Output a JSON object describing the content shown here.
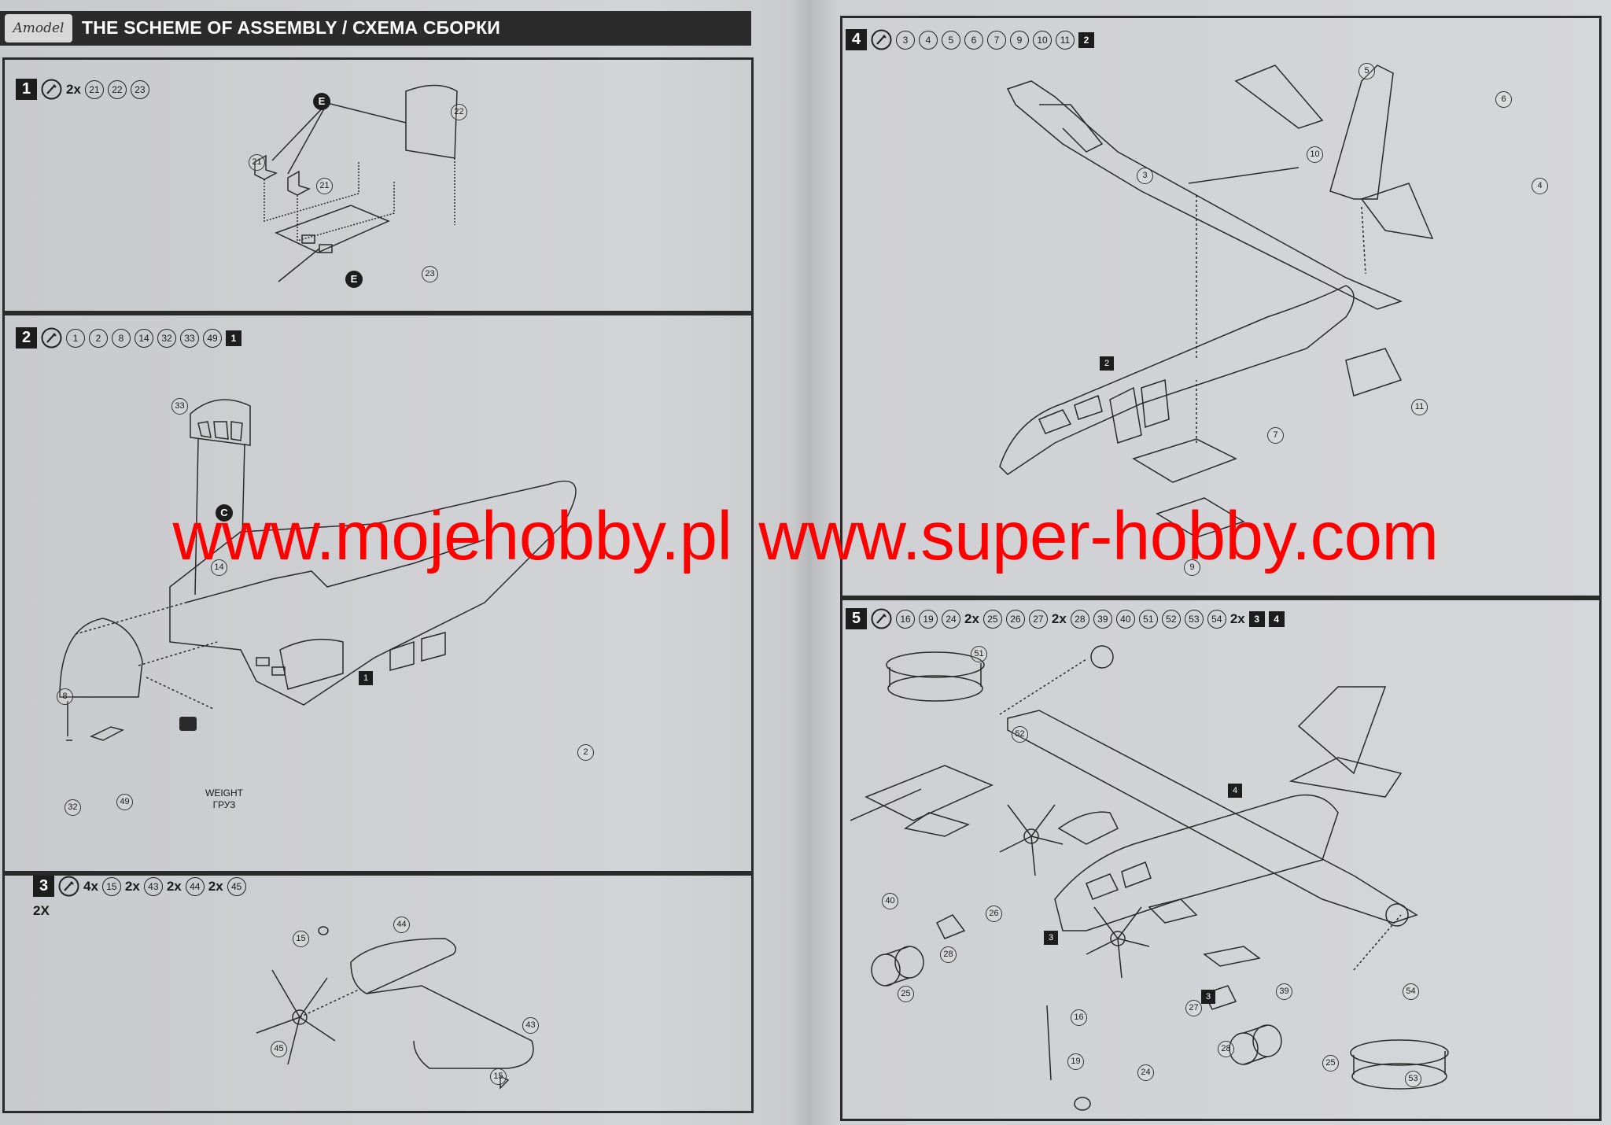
{
  "header": {
    "logo": "Amodel",
    "title": "THE SCHEME OF ASSEMBLY / СХЕМА СБОРКИ"
  },
  "steps": [
    {
      "number": "1",
      "mult": "2x",
      "parts": [
        "21",
        "22",
        "23"
      ],
      "sub": []
    },
    {
      "number": "2",
      "parts": [
        "1",
        "2",
        "8",
        "14",
        "32",
        "33",
        "49"
      ],
      "sub": [
        "1"
      ]
    },
    {
      "number": "3",
      "mult_parts": [
        [
          "4x",
          "15"
        ],
        [
          "2x",
          "43"
        ],
        [
          "2x",
          "44"
        ],
        [
          "2x",
          "45"
        ]
      ],
      "repeat": "2X"
    },
    {
      "number": "4",
      "parts": [
        "3",
        "4",
        "5",
        "6",
        "7",
        "9",
        "10",
        "11"
      ],
      "sub": [
        "2"
      ]
    },
    {
      "number": "5",
      "parts_a": [
        "16",
        "19",
        "24"
      ],
      "mult_a": "2x",
      "parts_b": [
        "25",
        "26",
        "27"
      ],
      "mult_b": "2x",
      "parts_c": [
        "28",
        "39",
        "40",
        "51",
        "52",
        "53",
        "54"
      ],
      "mult_c": "2x",
      "sub": [
        "3",
        "4"
      ]
    }
  ],
  "labels": {
    "weight_en": "WEIGHT",
    "weight_ru": "ГРУЗ",
    "letter_e": "E",
    "letter_c": "C"
  },
  "watermark": {
    "left": "www.mojehobby.pl",
    "right": "www.super-hobby.com"
  },
  "colors": {
    "paper": "#d3d4d7",
    "ink": "#1d1d1d",
    "watermark": "#ff0000"
  }
}
